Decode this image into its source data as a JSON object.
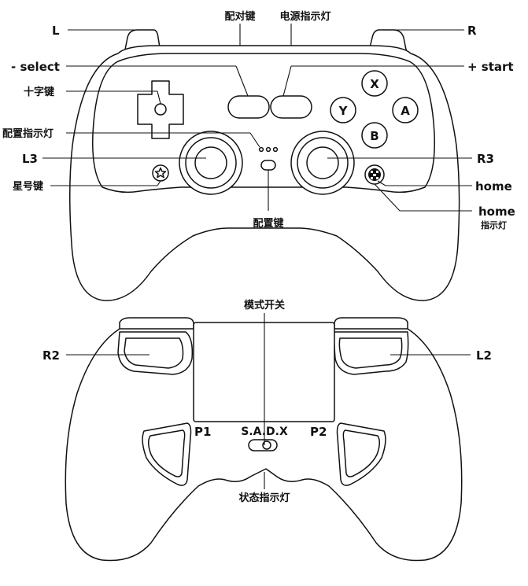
{
  "front_view": {
    "labels": {
      "L": "L",
      "R": "R",
      "pair_key": "配对键",
      "power_indicator": "电源指示灯",
      "select": "- select",
      "start": "+ start",
      "dpad": "十字键",
      "config_indicator": "配置指示灯",
      "L3": "L3",
      "R3": "R3",
      "star_key": "星号键",
      "home": "home",
      "home_indicator_line1": "home",
      "home_indicator_line2": "指示灯",
      "config_key": "配置键"
    },
    "face_buttons": {
      "X": "X",
      "Y": "Y",
      "A": "A",
      "B": "B"
    }
  },
  "back_view": {
    "labels": {
      "mode_switch": "模式开关",
      "R2": "R2",
      "L2": "L2",
      "P1": "P1",
      "P2": "P2",
      "switch_text": "S.A.D.X",
      "status_indicator": "状态指示灯"
    }
  }
}
